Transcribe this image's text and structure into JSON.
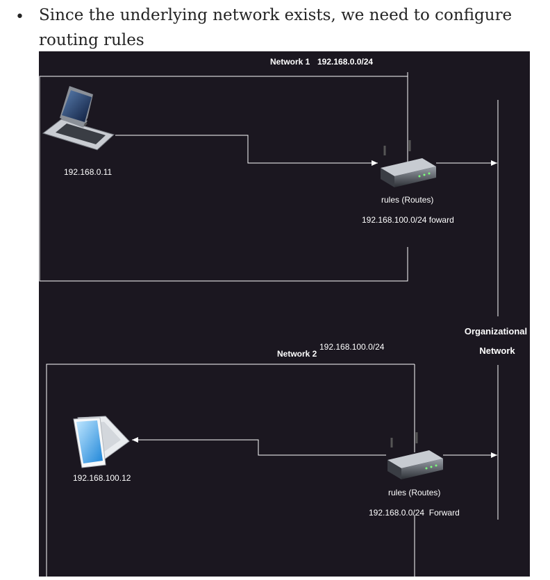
{
  "bullet": {
    "text": "Since the underlying network exists, we need to configure routing rules"
  },
  "diagram": {
    "network1": {
      "label": "Network 1",
      "cidr": "192.168.0.0/24",
      "laptop_ip": "192.168.0.11",
      "router_label": "rules (Routes)",
      "route_rule": "192.168.100.0/24 foward"
    },
    "network2": {
      "label": "Network 2",
      "cidr": "192.168.100.0/24",
      "laptop_ip": "192.168.100.12",
      "router_label": "rules (Routes)",
      "route_rule": "192.168.0.0/24  Forward"
    },
    "org_network": {
      "line1": "Organizational",
      "line2": "Network"
    },
    "colors": {
      "background": "#1b1720",
      "lines": "#ffffff"
    }
  }
}
